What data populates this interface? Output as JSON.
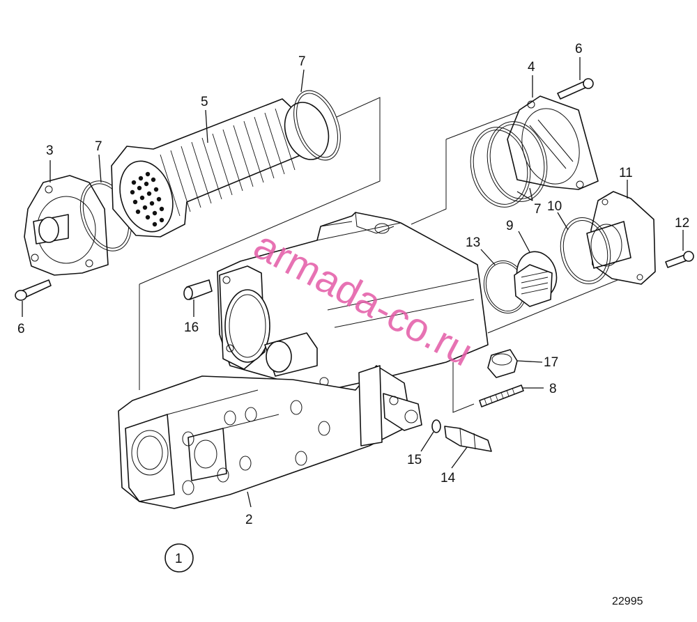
{
  "diagram": {
    "labels": [
      "1",
      "2",
      "3",
      "4",
      "5",
      "6",
      "6",
      "7",
      "7",
      "7",
      "8",
      "9",
      "10",
      "11",
      "12",
      "13",
      "14",
      "15",
      "16",
      "17"
    ],
    "reference_number": "22995",
    "watermark": "armada-co.ru"
  }
}
